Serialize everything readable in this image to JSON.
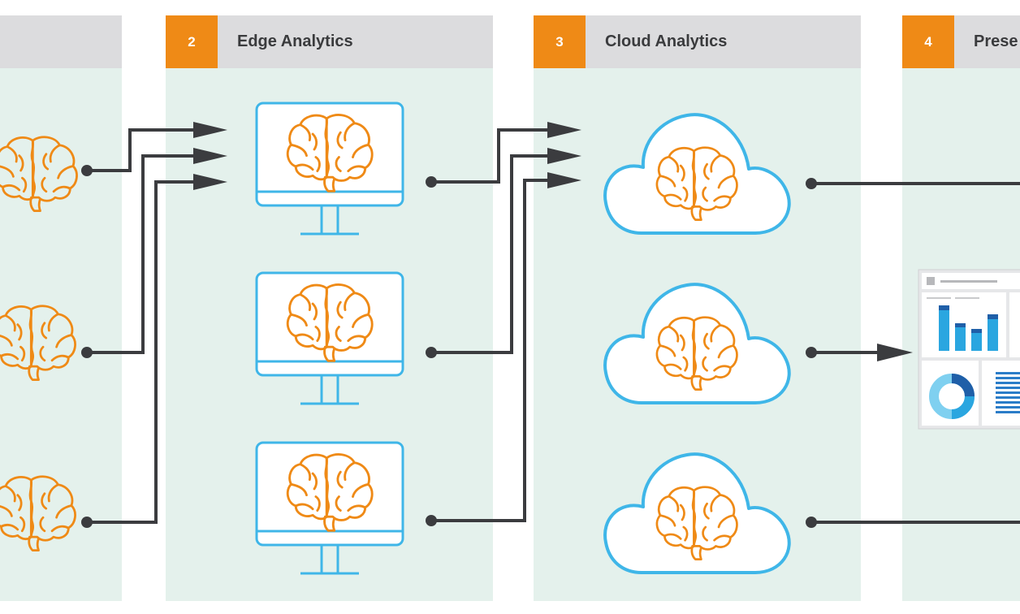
{
  "stages": [
    {
      "number": "",
      "title": ""
    },
    {
      "number": "2",
      "title": "Edge Analytics"
    },
    {
      "number": "3",
      "title": "Cloud Analytics"
    },
    {
      "number": "4",
      "title": "Prese"
    }
  ],
  "colors": {
    "badge": "#ef8a16",
    "header": "#dcdcde",
    "column": "#e4f1ec",
    "brain": "#ef8a16",
    "device_outline": "#3fb6e8",
    "connector": "#3b3c3f",
    "dashboard_bar": "#2aa6e0",
    "dashboard_dark": "#1f5fa8"
  },
  "icons": {
    "sensor": "brain-icon",
    "edge_device": "monitor-icon",
    "cloud": "cloud-icon",
    "presentation": "dashboard-icon"
  }
}
